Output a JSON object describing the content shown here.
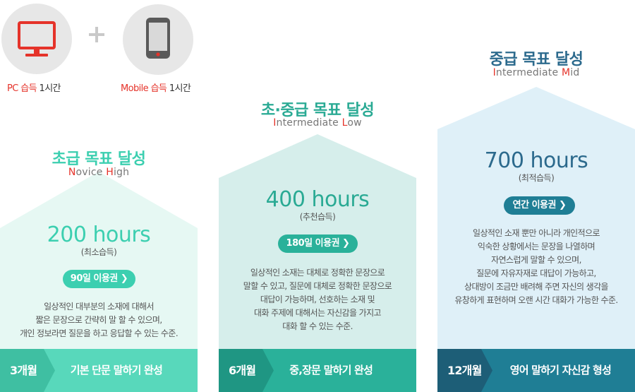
{
  "devices": {
    "pc": {
      "icon": "monitor-icon",
      "label_main": "PC 습득",
      "label_time": " 1시간"
    },
    "mobile": {
      "icon": "smartphone-icon",
      "label_main": "Mobile 습득",
      "label_time": " 1시간"
    }
  },
  "colors": {
    "accent_red": "#e5332a",
    "col1_title": "#3ccfb0",
    "col1_bg": "#e6f8f3",
    "col1_foot": "#58d8bb",
    "col1_foot_dark": "#3fbfa2",
    "col2_title": "#2aaa94",
    "col2_bg": "#d6eeeb",
    "col2_foot": "#2ab19a",
    "col2_foot_dark": "#1f9683",
    "col3_title": "#2c6a8d",
    "col3_bg": "#dff0f8",
    "col3_foot": "#1f7e95",
    "col3_foot_dark": "#1d5e77"
  },
  "levels": [
    {
      "title": "초급 목표 달성",
      "sub_prefix1": "",
      "sub_hl1": "N",
      "sub_mid": "ovice ",
      "sub_hl2": "H",
      "sub_rest": "igh",
      "hours": "200 hours",
      "hours_note": "(최소습득)",
      "pass": "90일 이용권 ❯",
      "desc": [
        "일상적인 대부분의 소재에 대해서",
        "짧은 문장으로 간략히 말 할 수 있으며,",
        "개인 정보라면 질문을 하고 응답할 수 있는 수준."
      ],
      "period": "3개월",
      "goal": "기본 단문 말하기 완성"
    },
    {
      "title": "초·중급 목표 달성",
      "sub_prefix1": "",
      "sub_hl1": "I",
      "sub_mid": "ntermediate ",
      "sub_hl2": "L",
      "sub_rest": "ow",
      "hours": "400 hours",
      "hours_note": "(추천습득)",
      "pass": "180일 이용권 ❯",
      "desc": [
        "일상적인 소재는 대체로 정확한 문장으로",
        "말할 수 있고, 질문에 대체로 정확한 문장으로",
        "대답이 가능하며, 선호하는 소재 및",
        "대화 주제에 대해서는 자신감을 가지고",
        "대화 할 수 있는 수준."
      ],
      "period": "6개월",
      "goal": "중,장문 말하기 완성"
    },
    {
      "title": "중급 목표 달성",
      "sub_prefix1": "",
      "sub_hl1": "I",
      "sub_mid": "ntermediate ",
      "sub_hl2": "M",
      "sub_rest": "id",
      "hours": "700 hours",
      "hours_note": "(최적습득)",
      "pass": "연간 이용권 ❯",
      "desc": [
        "일상적인 소재 뿐만 아니라 개인적으로",
        "익숙한 상황에서는 문장을 나열하며",
        "자연스럽게 말할 수 있으며,",
        "질문에 자유자재로 대답이 가능하고,",
        "상대방이 조금만 배려해 주면 자신의 생각을",
        "유창하게 표현하며 오랜 시간 대화가 가능한 수준."
      ],
      "period": "12개월",
      "goal": "영어 말하기 자신감 형성"
    }
  ]
}
